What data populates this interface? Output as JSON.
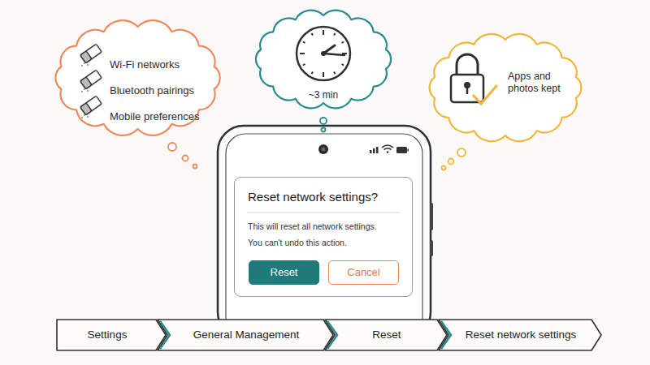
{
  "diagram": {
    "nodes": [
      {
        "text": [
          "Wi-Fi networks",
          "Bluetooth pairings",
          "Mobile preferences"
        ]
      },
      {
        "text": [
          "~3 min"
        ]
      },
      {
        "text": [
          "Apps and photos kept"
        ]
      },
      {
        "text": [
          "Reset network settings?",
          "This will reset all network settings.",
          "You can't undo this action."
        ]
      },
      {
        "text": [
          "Reset"
        ],
        "in": 3
      },
      {
        "text": [
          "Cancel"
        ],
        "in": 3
      },
      {
        "text": [
          "Settings"
        ]
      },
      {
        "text": [
          "General Management"
        ]
      },
      {
        "text": [
          "Reset"
        ]
      },
      {
        "text": [
          "Reset network settings"
        ]
      }
    ]
  }
}
